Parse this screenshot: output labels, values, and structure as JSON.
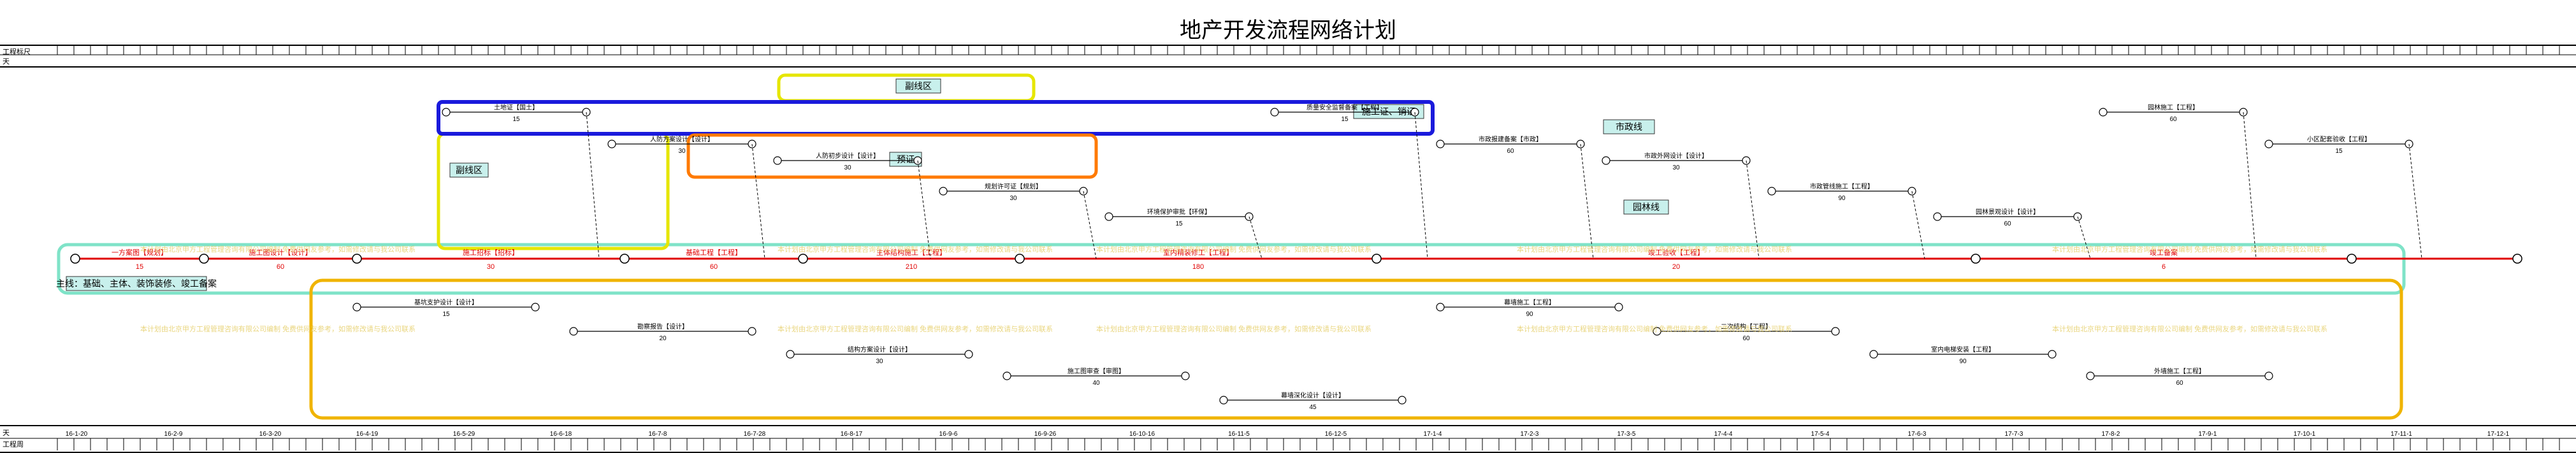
{
  "title": "地产开发流程网络计划",
  "ruler": {
    "top_label_1": "工程标尺",
    "top_label_2": "天",
    "bottom_label_1": "天",
    "bottom_label_2": "工程周"
  },
  "zones": [
    {
      "name": "zone-mainline",
      "label": "主线：基础、主体、装饰装修、竣工备案",
      "color": "#7fe3c8"
    },
    {
      "name": "zone-redline-a",
      "label": "副线区",
      "color": "#e6e600"
    },
    {
      "name": "zone-redline-b",
      "label": "副线区",
      "color": "#e6e600"
    },
    {
      "name": "zone-permit",
      "label": "施工证、销证",
      "color": "#1a1adc"
    },
    {
      "name": "zone-sales",
      "label": "预证",
      "color": "#ff7a00"
    },
    {
      "name": "zone-municipal",
      "label": "市政线",
      "color": "#000000"
    },
    {
      "name": "zone-landscape",
      "label": "园林线",
      "color": "#000000"
    },
    {
      "name": "zone-bottom",
      "label": "",
      "color": "#f0b400"
    }
  ],
  "main_tasks": [
    {
      "label": "一方案图【规划】",
      "dur": "15"
    },
    {
      "label": "施工图设计【设计】",
      "dur": "60"
    },
    {
      "label": "施工招标【招标】",
      "dur": "30"
    },
    {
      "label": "基础工程【工程】",
      "dur": "60"
    },
    {
      "label": "主体结构施工【工程】",
      "dur": "210"
    },
    {
      "label": "室内精装修工【工程】",
      "dur": "180"
    },
    {
      "label": "竣工验收【工程】",
      "dur": "20"
    },
    {
      "label": "竣工备案",
      "dur": "6"
    }
  ],
  "upper_tasks": [
    {
      "label": "土地证【国土】",
      "dur": "15"
    },
    {
      "label": "人防方案设计【设计】",
      "dur": "30"
    },
    {
      "label": "人防初步设计【设计】",
      "dur": "30"
    },
    {
      "label": "规划许可证【规划】",
      "dur": "30"
    },
    {
      "label": "环境保护审批【环保】",
      "dur": "15"
    },
    {
      "label": "质量安全监督备案【工程】",
      "dur": "15"
    },
    {
      "label": "市政报建备案【市政】",
      "dur": "60"
    },
    {
      "label": "市政外网设计【设计】",
      "dur": "30"
    },
    {
      "label": "市政管线施工【工程】",
      "dur": "90"
    },
    {
      "label": "园林景观设计【设计】",
      "dur": "60"
    },
    {
      "label": "园林施工【工程】",
      "dur": "60"
    },
    {
      "label": "小区配套验收【工程】",
      "dur": "15"
    }
  ],
  "lower_tasks": [
    {
      "label": "基坑支护设计【设计】",
      "dur": "15"
    },
    {
      "label": "勘察报告【设计】",
      "dur": "20"
    },
    {
      "label": "结构方案设计【设计】",
      "dur": "30"
    },
    {
      "label": "施工图审查【审图】",
      "dur": "40"
    },
    {
      "label": "幕墙深化设计【设计】",
      "dur": "45"
    },
    {
      "label": "幕墙施工【工程】",
      "dur": "90"
    },
    {
      "label": "二次结构【工程】",
      "dur": "60"
    },
    {
      "label": "室内电梯安装【工程】",
      "dur": "90"
    },
    {
      "label": "外墙施工【工程】",
      "dur": "60"
    }
  ],
  "watermark_text": "本计划由北京甲方工程管理咨询有限公司编制 免费供网友参考，如需修改请与我公司联系",
  "bottom_dates": [
    "16-1-20",
    "16-2-9",
    "16-3-20",
    "16-4-19",
    "16-5-29",
    "16-6-18",
    "16-7-8",
    "16-7-28",
    "16-8-17",
    "16-9-6",
    "16-9-26",
    "16-10-16",
    "16-11-5",
    "16-12-5",
    "17-1-4",
    "17-2-3",
    "17-3-5",
    "17-4-4",
    "17-5-4",
    "17-6-3",
    "17-7-3",
    "17-8-2",
    "17-9-1",
    "17-10-1",
    "17-11-1",
    "17-12-1"
  ]
}
